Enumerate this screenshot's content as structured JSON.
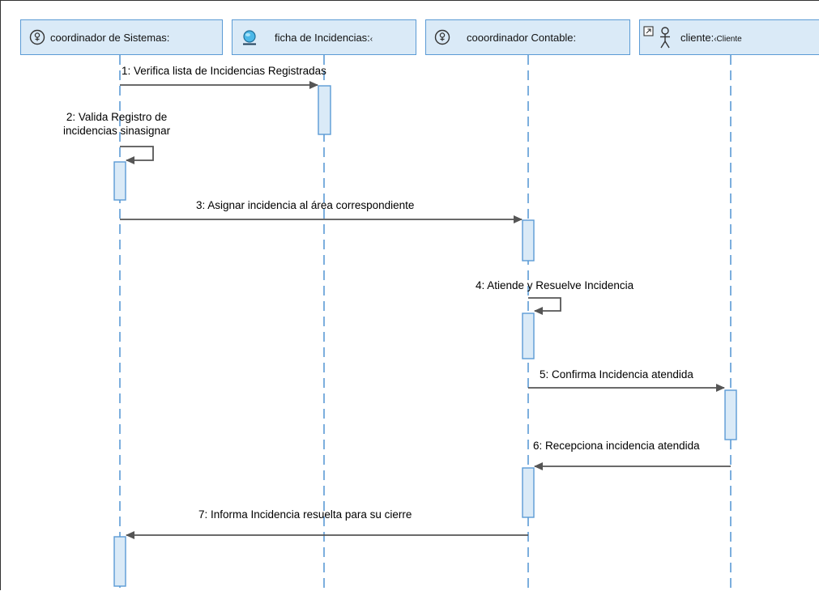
{
  "lifelines": [
    {
      "id": "coord-sistemas",
      "label": "coordinador de Sistemas:",
      "suffix": "",
      "icon": "actor-circle-icon"
    },
    {
      "id": "ficha",
      "label": "ficha de Incidencias:",
      "suffix": "‹",
      "icon": "entity-globe-icon"
    },
    {
      "id": "coord-contable",
      "label": "cooordinador  Contable:",
      "suffix": "",
      "icon": "actor-circle-icon"
    },
    {
      "id": "cliente",
      "label": "cliente:",
      "suffix": "‹Cliente",
      "icon": "stick-actor-icon"
    }
  ],
  "messages": [
    {
      "id": "m1",
      "label": "1: Verifica lista de Incidencias Registradas"
    },
    {
      "id": "m2",
      "label": "2: Valida Registro de\nincidencias sinasignar"
    },
    {
      "id": "m3",
      "label": "3: Asignar incidencia al área correspondiente"
    },
    {
      "id": "m4",
      "label": "4: Atiende y Resuelve Incidencia"
    },
    {
      "id": "m5",
      "label": "5: Confirma Incidencia atendida"
    },
    {
      "id": "m6",
      "label": "6: Recepciona incidencia atendida"
    },
    {
      "id": "m7",
      "label": "7: Informa Incidencia resuelta para su cierre"
    }
  ],
  "colors": {
    "head_fill": "#daeaf7",
    "head_border": "#5b9bd5",
    "lifeline": "#5b9bd5",
    "activation_fill": "#daeaf7",
    "arrow": "#555555"
  }
}
